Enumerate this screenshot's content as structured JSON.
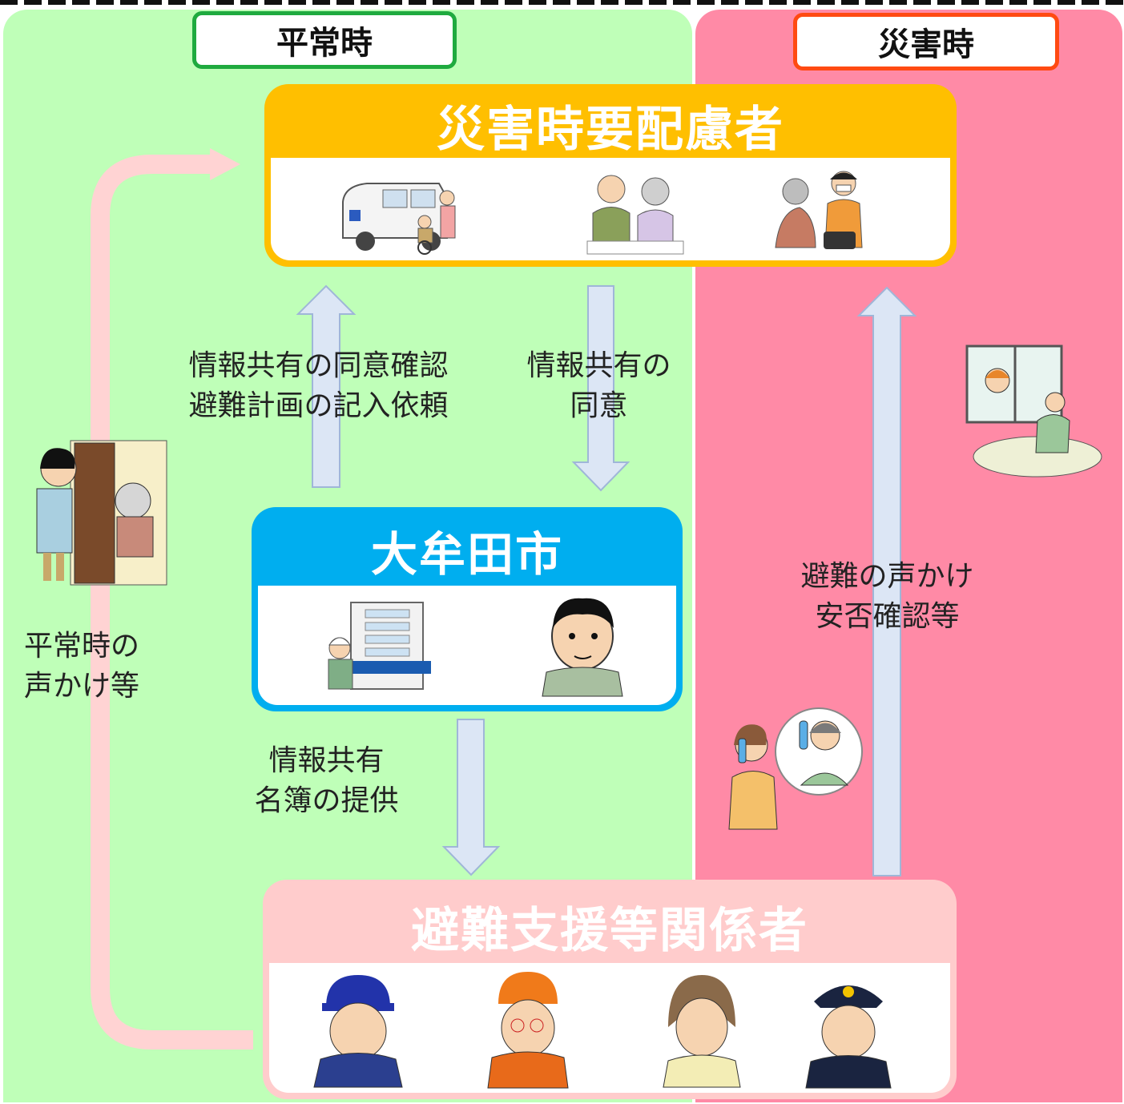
{
  "zones": {
    "normal_label": "平常時",
    "disaster_label": "災害時"
  },
  "colors": {
    "normal_zone": "#bfffb8",
    "disaster_zone": "#ff8aa6",
    "normal_border": "#1faa3f",
    "disaster_border": "#ff4a12",
    "care_recipients": "#ffbf00",
    "city": "#00aeef",
    "supporters": "#ffcccc",
    "arrow_fill": "#dce6f5",
    "loop_arrow": "#ffd3d3"
  },
  "nodes": {
    "care_recipients": {
      "title": "災害時要配慮者",
      "icons": [
        "welfare-van-icon",
        "caregiver-elderly-icon",
        "emergency-medic-icon"
      ]
    },
    "city": {
      "title": "大牟田市",
      "icons": [
        "city-hall-building-icon",
        "city-staff-icon"
      ]
    },
    "supporters": {
      "title": "避難支援等関係者",
      "icons": [
        "firefighter-icon",
        "volunteer-worker-icon",
        "neighbor-woman-icon",
        "police-officer-icon"
      ]
    }
  },
  "edges": {
    "city_to_recipients": {
      "line1": "情報共有の同意確認",
      "line2": "避難計画の記入依頼"
    },
    "recipients_to_city": {
      "line1": "情報共有の",
      "line2": "同意"
    },
    "city_to_supporters": {
      "line1": "情報共有",
      "line2": "名簿の提供"
    },
    "supporters_to_recipients_normal": {
      "line1": "平常時の",
      "line2": "声かけ等"
    },
    "supporters_to_recipients_disaster": {
      "line1": "避難の声かけ",
      "line2": "安否確認等"
    }
  },
  "illustrations": {
    "door_visit": "door-visit-icon",
    "window_check": "window-check-icon",
    "phone_call": "phone-call-icon"
  }
}
